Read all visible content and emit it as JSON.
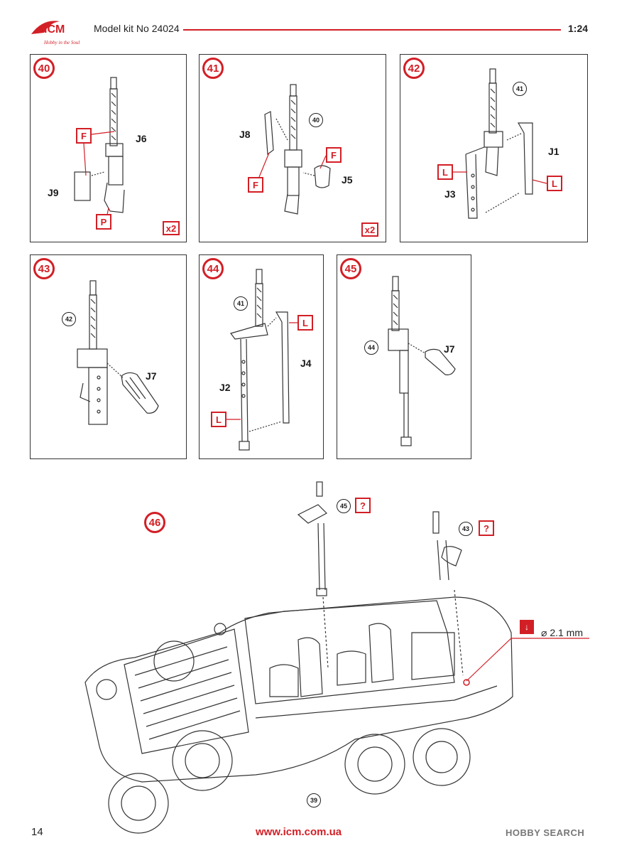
{
  "header": {
    "brand": "ICM",
    "tagline": "Hobby in the Soul",
    "kit_title": "Model kit No 24024",
    "scale": "1:24"
  },
  "colors": {
    "accent": "#d21f26",
    "ink": "#1a1a1a"
  },
  "steps": {
    "s40": {
      "number": "40",
      "labels": {
        "j6": "J6",
        "j9": "J9"
      },
      "callouts": {
        "f": "F",
        "p": "P"
      },
      "multiplier": "x2"
    },
    "s41": {
      "number": "41",
      "labels": {
        "j8": "J8",
        "j5": "J5"
      },
      "callouts": {
        "f1": "F",
        "f2": "F"
      },
      "ref": "40",
      "multiplier": "x2"
    },
    "s42": {
      "number": "42",
      "labels": {
        "j1": "J1",
        "j3": "J3"
      },
      "callouts": {
        "l1": "L",
        "l2": "L"
      },
      "ref": "41"
    },
    "s43": {
      "number": "43",
      "labels": {
        "j7": "J7"
      },
      "ref": "42"
    },
    "s44": {
      "number": "44",
      "labels": {
        "j2": "J2",
        "j4": "J4"
      },
      "callouts": {
        "l1": "L",
        "l2": "L"
      },
      "ref": "41"
    },
    "s45": {
      "number": "45",
      "labels": {
        "j7": "J7"
      },
      "ref": "44"
    },
    "s46": {
      "number": "46",
      "refs": {
        "r45": "45",
        "r43": "43",
        "r39": "39"
      },
      "unknown_mark": "?",
      "drill": "⌀ 2.1 mm"
    }
  },
  "footer": {
    "page_number": "14",
    "website": "www.icm.com.ua",
    "watermark": "HOBBY SEARCH"
  }
}
